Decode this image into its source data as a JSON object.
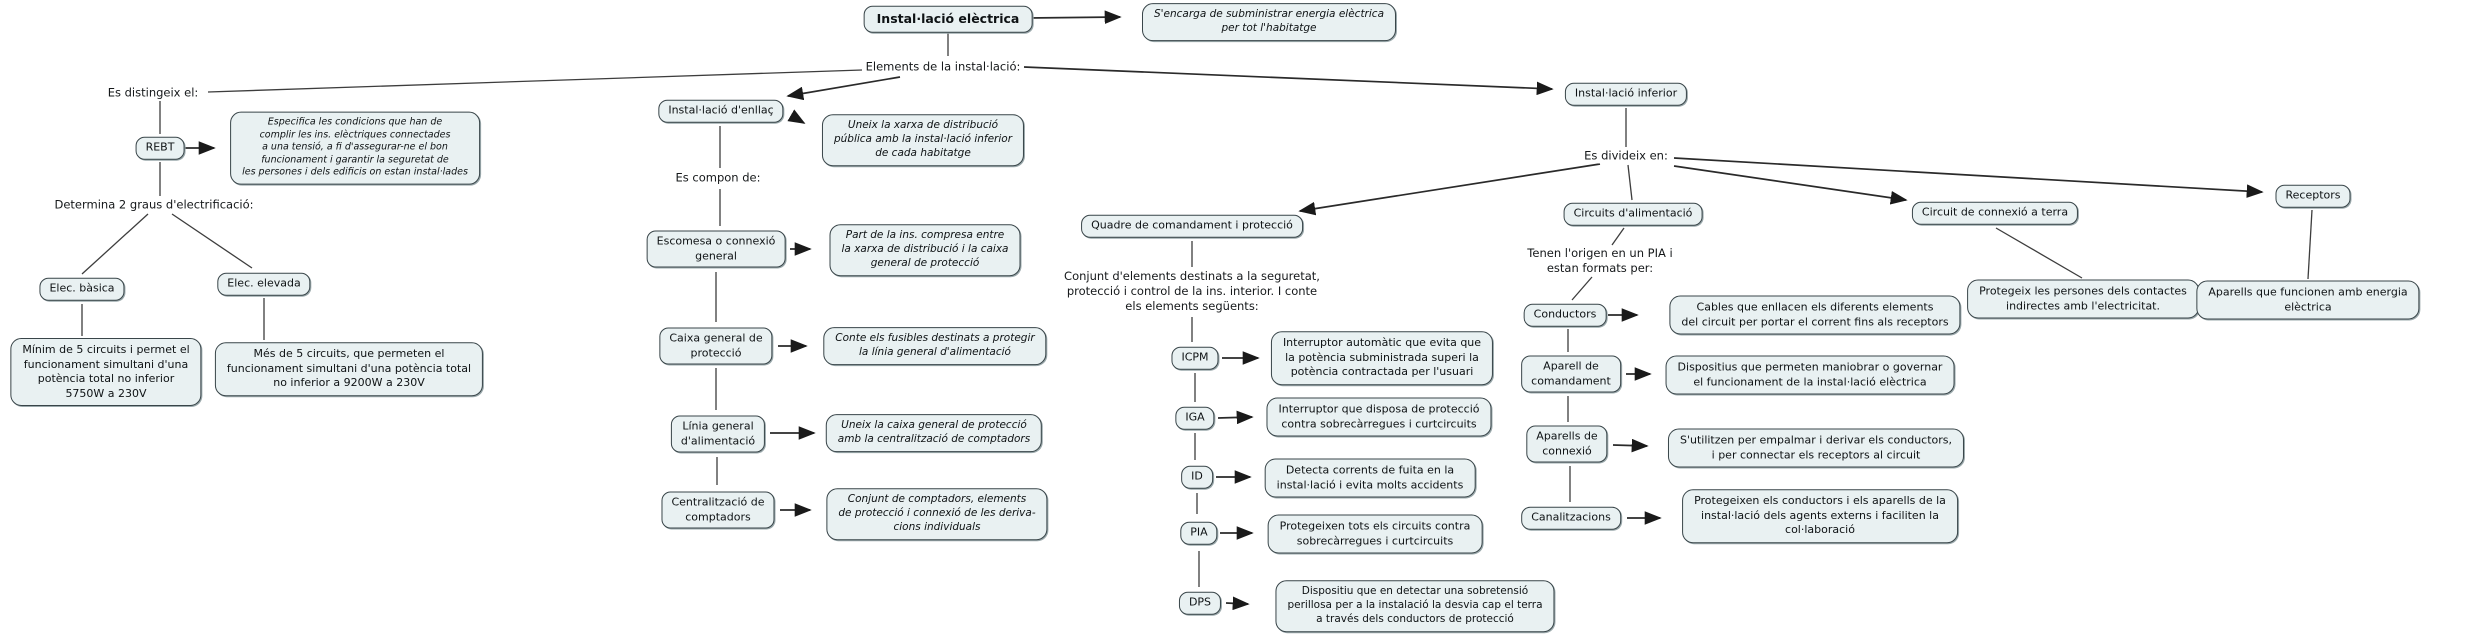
{
  "diagram": {
    "type": "concept-map",
    "language": "ca",
    "colors": {
      "node_fill": "#e9f1f2",
      "node_border": "#394549",
      "connector": "#3d3d3d",
      "text": "#0e1214",
      "background": "#ffffff"
    },
    "nodes": {
      "root": "Instal·lació elèctrica",
      "root_desc": "S'encarga de subministrar energia elèctrica\nper tot l'habitatge",
      "rebt": "REBT",
      "rebt_desc": "Especifica les condicions que han de\ncomplir les ins. elèctriques connectades\na una tensió, a fi d'assegurar-ne el bon\nfuncionament i garantir la seguretat de\nles persones i dels edificis on estan instal·lades",
      "elec_basica": "Elec. bàsica",
      "elec_basica_desc": "Mínim de 5 circuits i permet el\nfuncionament simultani d'una\npotència total no inferior\n5750W a 230V",
      "elec_elevada": "Elec. elevada",
      "elec_elevada_desc": "Més de 5 circuits, que permeten el\nfuncionament simultani d'una potència total\nno inferior a 9200W a 230V",
      "enllac": "Instal·lació d'enllaç",
      "enllac_desc": "Uneix la xarxa de distribució\npública amb la instal·lació inferior\nde cada habitatge",
      "escomesa": "Escomesa o connexió\ngeneral",
      "escomesa_desc": "Part de la ins. compresa entre\nla xarxa de distribució i la caixa\ngeneral de protecció",
      "caixa": "Caixa general de\nprotecció",
      "caixa_desc": "Conte els fusibles destinats a protegir\nla línia general d'alimentació",
      "linia": "Línia general\nd'alimentació",
      "linia_desc": "Uneix la caixa general de protecció\namb la centralització de comptadors",
      "central": "Centralització de\ncomptadors",
      "central_desc": "Conjunt de comptadors, elements\nde protecció i connexió de les deriva-\ncions individuals",
      "inferior": "Instal·lació inferior",
      "quadre": "Quadre de comandament i protecció",
      "icpm": "ICPM",
      "icpm_desc": "Interruptor automàtic que evita que\nla potència subministrada superi la\npotència contractada per l'usuari",
      "iga": "IGA",
      "iga_desc": "Interruptor que disposa de protecció\ncontra sobrecàrregues i curtcircuits",
      "id": "ID",
      "id_desc": "Detecta corrents de fuita en la\ninstal·lació i evita molts accidents",
      "pia": "PIA",
      "pia_desc": "Protegeixen tots els circuits contra\nsobrecàrregues i curtcircuits",
      "dps": "DPS",
      "dps_desc": "Dispositiu que en detectar una sobretensió\nperillosa per a la instalació la desvia cap el terra\na través dels conductors de protecció",
      "circuits": "Circuits d'alimentació",
      "conductors": "Conductors",
      "conductors_desc": "Cables que enllacen els diferents elements\ndel circuit per portar el corrent fins als receptors",
      "aparell_comandament": "Aparell de\ncomandament",
      "aparell_comandament_desc": "Dispositius que permeten maniobrar o governar\nel funcionament de la instal·lació elèctrica",
      "aparells_connexio": "Aparells de\nconnexió",
      "aparells_connexio_desc": "S'utilitzen per empalmar i derivar els conductors,\ni per connectar els receptors al circuit",
      "canalitzacions": "Canalitzacions",
      "canalitzacions_desc": "Protegeixen els conductors i els aparells de la\ninstal·lació dels agents externs i faciliten la\ncol·laboració",
      "terra": "Circuit de connexió a terra",
      "terra_desc": "Protegeix les persones dels contactes\nindirectes amb l'electricitat.",
      "receptors": "Receptors",
      "receptors_desc": "Aparells que funcionen amb energia\nelèctrica"
    },
    "linking_phrases": {
      "es_distingeix": "Es distingeix el:",
      "determina": "Determina 2 graus d'electrificació:",
      "elements": "Elements de la instal·lació:",
      "es_compon": "Es compon de:",
      "es_divideix": "Es divideix en:",
      "quadre_conjunt": "Conjunt d'elements destinats a la seguretat,\nprotecció i control de la ins. interior. I conte\nels elements següents:",
      "tenen_origen": "Tenen l'origen en un PIA i\nestan formats per:"
    }
  }
}
